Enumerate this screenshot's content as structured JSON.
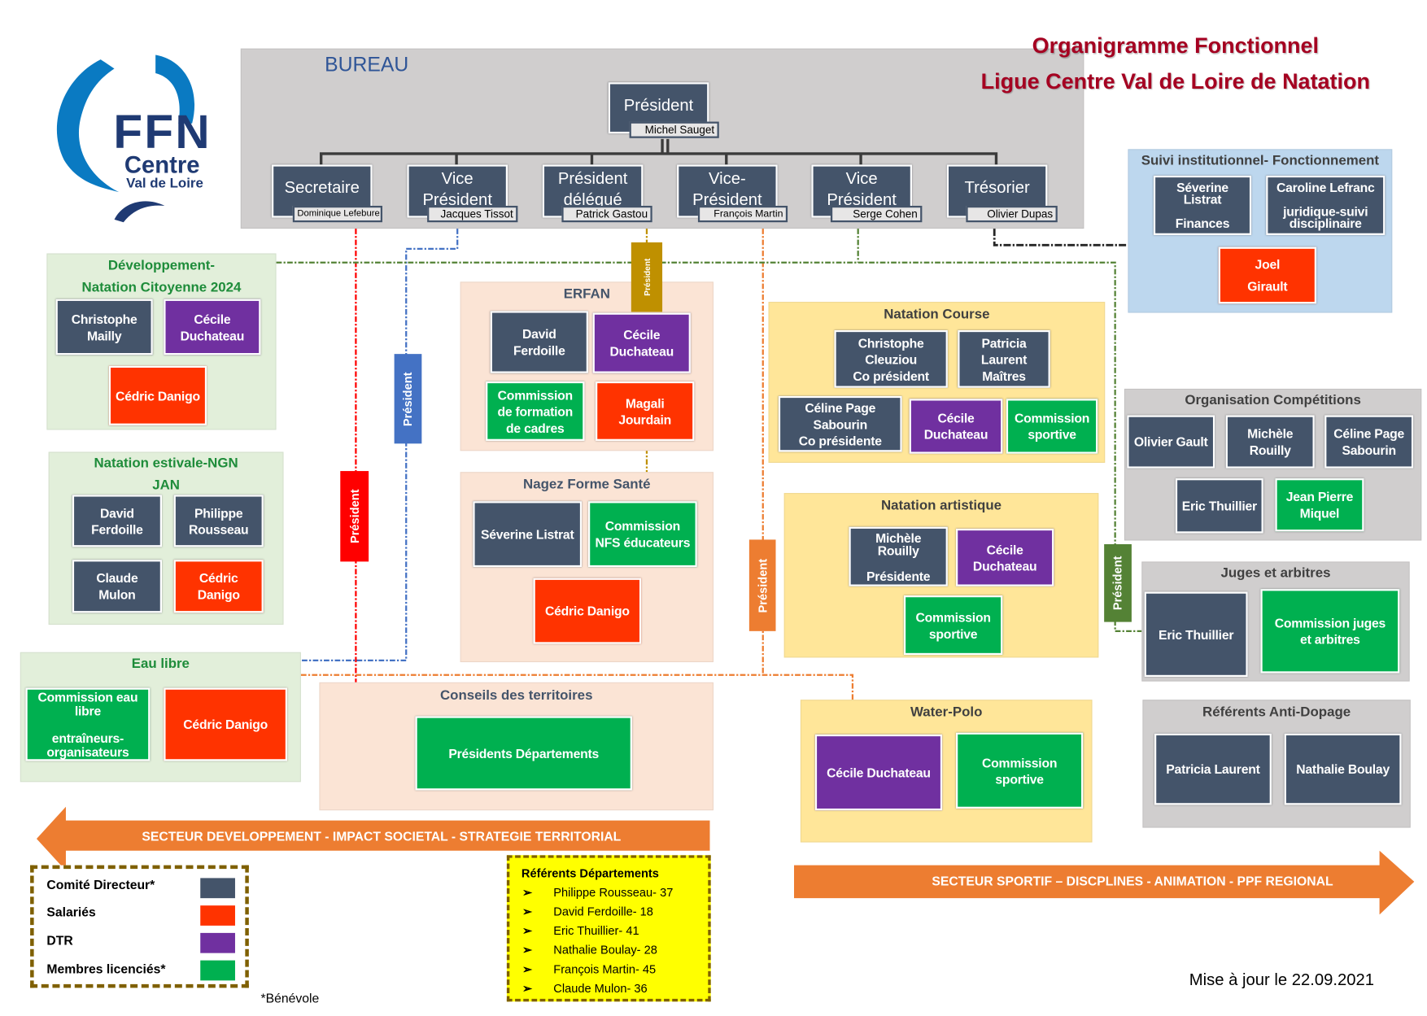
{
  "header": {
    "title_line1": "Organigramme Fonctionnel",
    "title_line2": "Ligue Centre Val de Loire de Natation",
    "logo": {
      "text_main": "FFN",
      "text_sub1": "Centre",
      "text_sub2": "Val de Loire"
    }
  },
  "colors": {
    "comite_directeur": "#44546a",
    "salaries": "#ff3300",
    "dtr": "#7030a0",
    "membres_licencies": "#00b050",
    "title": "#a50021",
    "sector_arrow": "#ed7d31"
  },
  "bureau": {
    "title": "BUREAU",
    "president": {
      "role": "Président",
      "name": "Michel Sauget"
    },
    "members": [
      {
        "role": "Secretaire",
        "name": "Dominique Lefebure"
      },
      {
        "role": "Vice\nPrésident",
        "name": "Jacques Tissot"
      },
      {
        "role": "Président\ndélégué",
        "name": "Patrick Gastou"
      },
      {
        "role": "Vice-\nPrésident",
        "name": "François Martin"
      },
      {
        "role": "Vice\nPrésident",
        "name": "Serge Cohen"
      },
      {
        "role": "Trésorier",
        "name": "Olivier Dupas"
      }
    ]
  },
  "connector_labels": {
    "red": "Président",
    "blue": "Président",
    "gold": "Président",
    "orange": "Président",
    "green": "Président"
  },
  "groups": {
    "developpement": {
      "title": "Développement-\nNatation Citoyenne 2024",
      "boxes": [
        "Christophe\nMailly",
        "Cécile\nDuchateau",
        "Cédric Danigo"
      ]
    },
    "estivale": {
      "title": "Natation estivale-NGN\nJAN",
      "boxes": [
        "David\nFerdoille",
        "Philippe\nRousseau",
        "Claude\nMulon",
        "Cédric\nDanigo"
      ]
    },
    "eau_libre": {
      "title": "Eau libre",
      "boxes": [
        "Commission eau\nlibre\n\nentraîneurs-\norganisateurs",
        "Cédric Danigo"
      ]
    },
    "erfan": {
      "title": "ERFAN",
      "boxes": [
        "David\nFerdoille",
        "Cécile\nDuchateau",
        "Commission\nde  formation\nde cadres",
        "Magali\nJourdain"
      ]
    },
    "nagez": {
      "title": "Nagez Forme Santé",
      "boxes": [
        "Séverine Listrat",
        "Commission\nNFS éducateurs",
        "Cédric Danigo"
      ]
    },
    "conseils": {
      "title": "Conseils des territoires",
      "boxes": [
        "Présidents  Départements"
      ]
    },
    "course": {
      "title": "Natation Course",
      "boxes": [
        "Christophe\nCleuziou\nCo président",
        "Patricia\nLaurent\nMaîtres",
        "Céline Page\nSabourin\nCo présidente",
        "Cécile\nDuchateau",
        "Commission\nsportive"
      ]
    },
    "artistique": {
      "title": "Natation artistique",
      "boxes": [
        "Michèle\nRouilly\n\nPrésidente",
        "Cécile\nDuchateau",
        "Commission\nsportive"
      ]
    },
    "water_polo": {
      "title": "Water-Polo",
      "boxes": [
        "Cécile Duchateau",
        "Commission\nsportive"
      ]
    },
    "suivi": {
      "title": "Suivi institutionnel- Fonctionnement",
      "boxes": [
        "Séverine\nListrat\n\nFinances",
        "Caroline Lefranc\n\njuridique-suivi\ndisciplinaire",
        "Joel\n\nGirault"
      ]
    },
    "competitions": {
      "title": "Organisation Compétitions",
      "boxes": [
        "Olivier Gault",
        "Michèle\nRouilly",
        "Céline Page\nSabourin",
        "Eric Thuillier",
        "Jean Pierre\nMiquel"
      ]
    },
    "juges": {
      "title": "Juges et arbitres",
      "boxes": [
        "Eric Thuillier",
        "Commission juges\net arbitres"
      ]
    },
    "antidopage": {
      "title": "Référents Anti-Dopage",
      "boxes": [
        "Patricia Laurent",
        "Nathalie  Boulay"
      ]
    }
  },
  "sectors": {
    "left": "SECTEUR DEVELOPPEMENT - IMPACT SOCIETAL - STRATEGIE TERRITORIAL",
    "right": "SECTEUR SPORTIF – DISCPLINES - ANIMATION - PPF REGIONAL"
  },
  "legend": {
    "items": [
      {
        "label": "Comité Directeur*",
        "color": "#44546a"
      },
      {
        "label": "Salariés",
        "color": "#ff3300"
      },
      {
        "label": "DTR",
        "color": "#7030a0"
      },
      {
        "label": "Membres licenciés*",
        "color": "#00b050"
      }
    ],
    "footnote": "*Bénévole"
  },
  "referents": {
    "title": "Référents Départements",
    "bullet_icon": "arrow-bullet-icon",
    "items": [
      "Philippe Rousseau- 37",
      "David Ferdoille- 18",
      "Eric Thuillier- 41",
      "Nathalie Boulay- 28",
      "François Martin- 45",
      "Claude Mulon- 36"
    ]
  },
  "update_note": "Mise à jour le 22.09.2021"
}
